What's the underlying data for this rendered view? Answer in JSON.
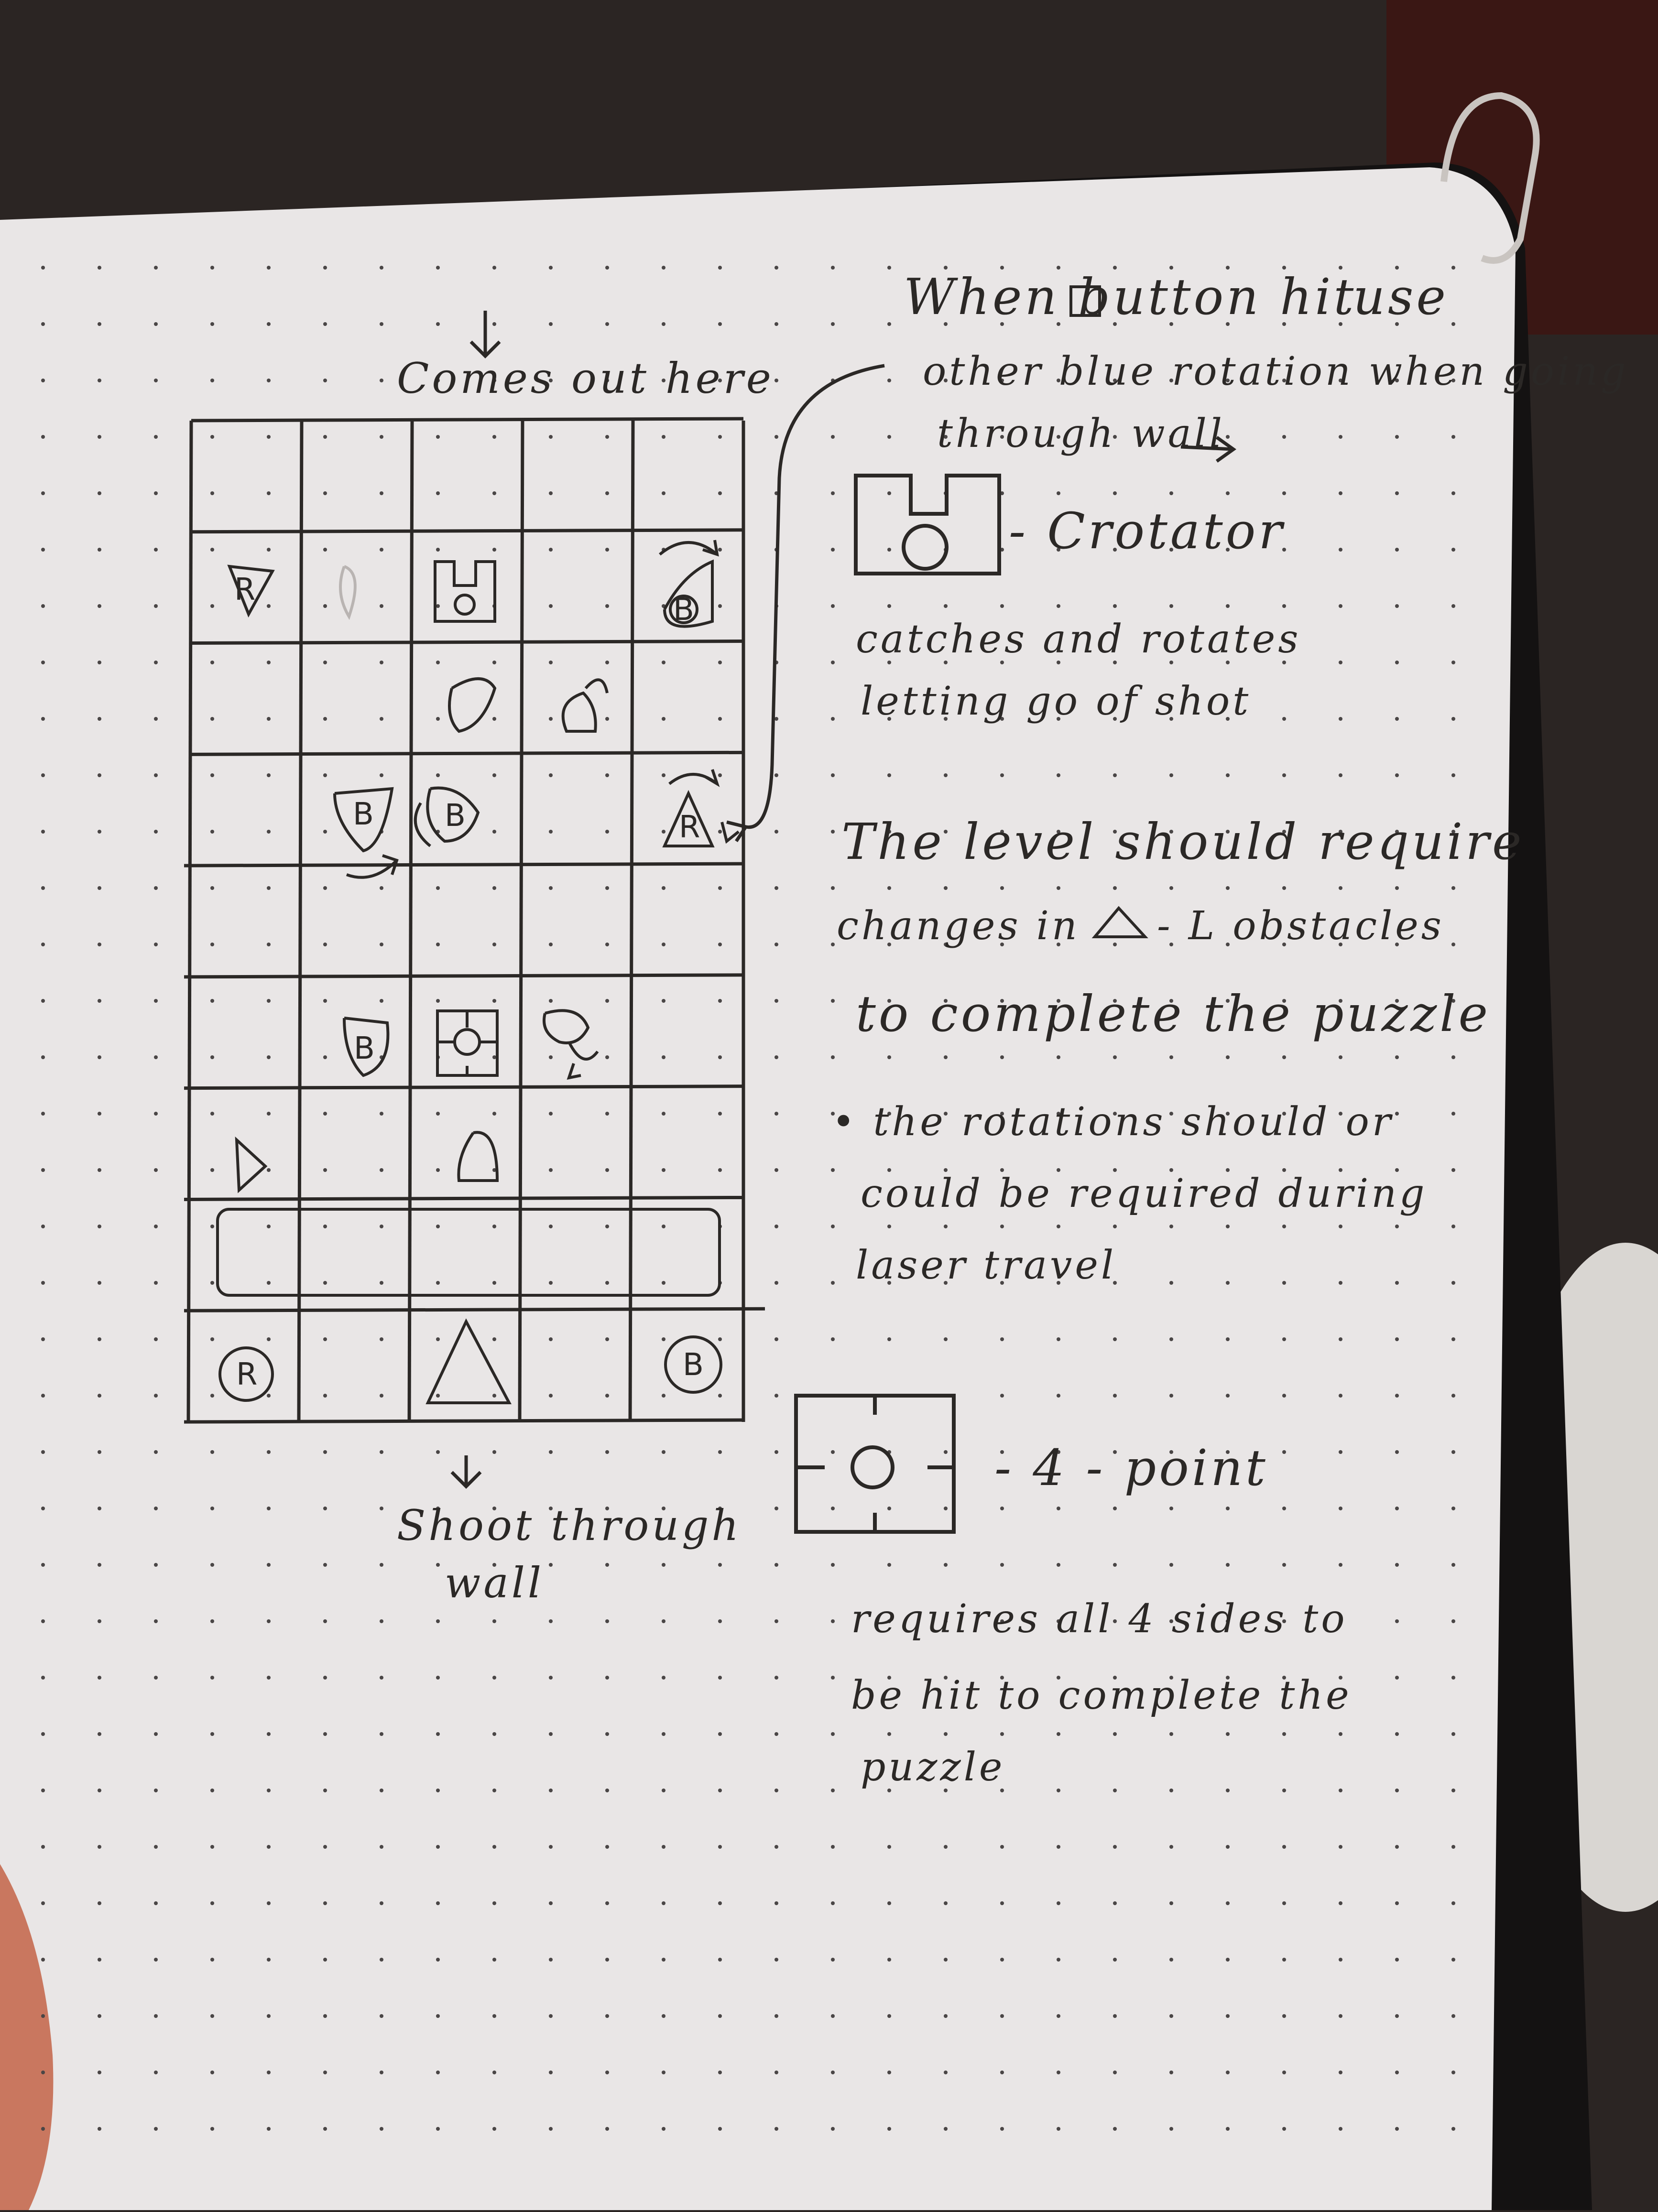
{
  "colors": {
    "paper": "#e9e6e6",
    "ink": "#2b2826",
    "background": "#2b2523",
    "notebook_edge": "#141212",
    "dot": "#4a4646"
  },
  "grid_notes": {
    "top": "Comes out here",
    "bottom_line1": "Shoot through",
    "bottom_line2": "wall"
  },
  "grid": {
    "rows": 9,
    "cols": 5,
    "cell_letters": [
      "R",
      "B",
      "B",
      "B",
      "R",
      "B",
      "R",
      "B"
    ]
  },
  "notes": {
    "button_rule_line1": "When button hit",
    "button_rule_line1_end": "use",
    "button_rule_line2": "other blue rotation when going",
    "button_rule_line3": "through wall",
    "crotator_label": "- Crotator",
    "crotator_desc_line1": "catches and rotates",
    "crotator_desc_line2": "letting go of shot",
    "level_line1": "The level should require",
    "level_line2_a": "changes in",
    "level_line2_b": "- L obstacles",
    "level_line3": "to complete the puzzle",
    "rotation_line1": "• the rotations should or",
    "rotation_line2": "could be required during",
    "rotation_line3": "laser travel",
    "four_point_label": "- 4 - point",
    "four_point_desc_line1": "requires all 4 sides to",
    "four_point_desc_line2": "be hit to complete the",
    "four_point_desc_line3": "puzzle"
  }
}
